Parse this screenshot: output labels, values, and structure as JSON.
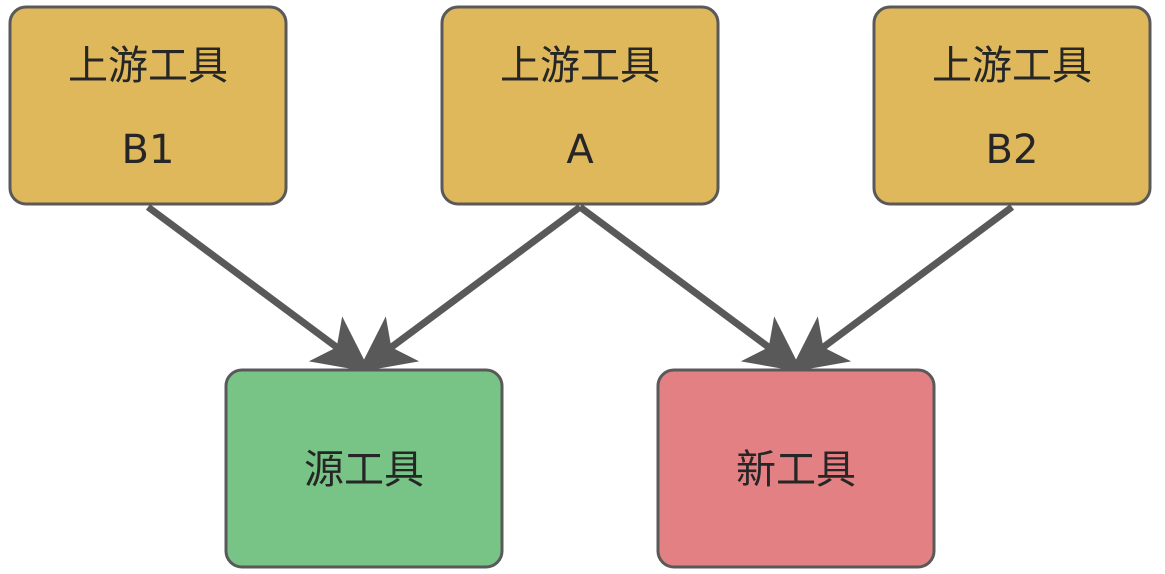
{
  "colors": {
    "upstream_fill": "#E0B85C",
    "source_fill": "#77C486",
    "new_fill": "#E38083",
    "border": "#595959",
    "arrow": "#595959",
    "text": "#262626"
  },
  "nodes": {
    "upstream_b1": {
      "line1": "上游工具",
      "line2": "B1"
    },
    "upstream_a": {
      "line1": "上游工具",
      "line2": "A"
    },
    "upstream_b2": {
      "line1": "上游工具",
      "line2": "B2"
    },
    "source_tool": {
      "label": "源工具"
    },
    "new_tool": {
      "label": "新工具"
    }
  },
  "edges": [
    {
      "from": "upstream_b1",
      "to": "source_tool"
    },
    {
      "from": "upstream_a",
      "to": "source_tool"
    },
    {
      "from": "upstream_a",
      "to": "new_tool"
    },
    {
      "from": "upstream_b2",
      "to": "new_tool"
    }
  ]
}
